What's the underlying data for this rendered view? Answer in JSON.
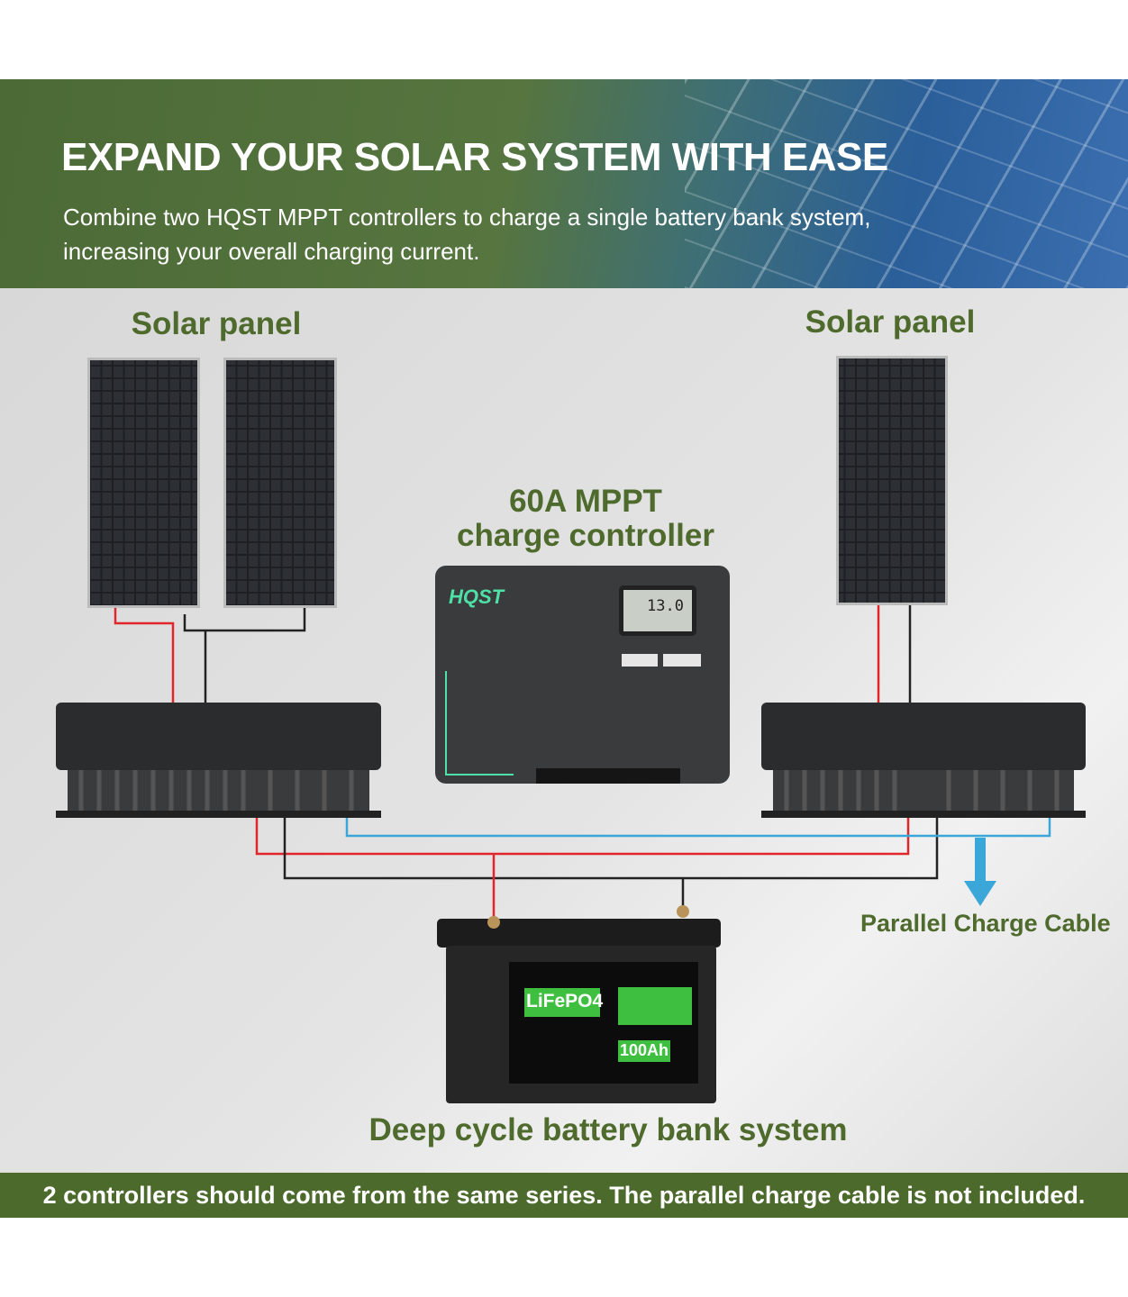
{
  "banner": {
    "title": "EXPAND YOUR SOLAR SYSTEM WITH EASE",
    "subtitle": "Combine two HQST MPPT controllers to charge a single battery bank system, increasing your overall charging current."
  },
  "labels": {
    "solar_left": "Solar panel",
    "solar_right": "Solar panel",
    "controller_line1": "60A MPPT",
    "controller_line2": "charge controller",
    "parallel_cable": "Parallel Charge Cable",
    "battery": "Deep cycle battery bank system"
  },
  "controller": {
    "brand": "HQST",
    "display": "13.0"
  },
  "battery": {
    "chemistry": "LiFePO4",
    "capacity": "100Ah"
  },
  "footer": "2 controllers should come from the same series. The parallel charge cable is not included.",
  "colors": {
    "accent_green": "#4e6a2c",
    "wire_red": "#e0262a",
    "wire_black": "#222222",
    "wire_blue": "#3aa7d8"
  }
}
